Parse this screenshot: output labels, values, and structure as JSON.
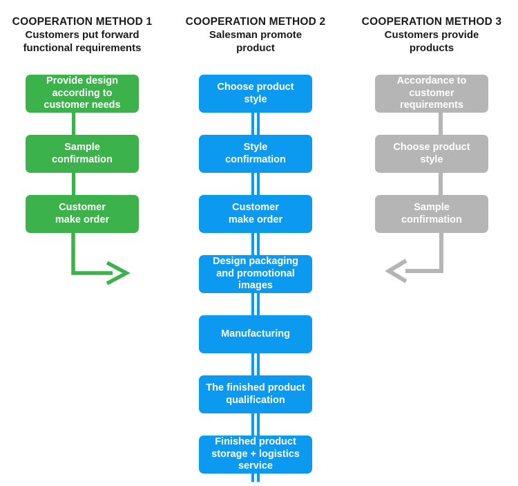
{
  "colors": {
    "green": "#3bb24a",
    "blue": "#0b9af0",
    "gray": "#b5b5b5",
    "heading_text": "#1a1a1a",
    "box_text": "#ffffff",
    "background": "#ffffff"
  },
  "columns": [
    {
      "title": "COOPERATION METHOD 1",
      "subtitle": [
        "Customers put forward",
        "functional requirements"
      ],
      "steps": [
        [
          "Provide design",
          "according to",
          "customer needs"
        ],
        [
          "Sample",
          "confirmation"
        ],
        [
          "Customer",
          "make order"
        ]
      ],
      "arrow_direction": "right"
    },
    {
      "title": "COOPERATION METHOD 2",
      "subtitle": [
        "Salesman promote",
        "product"
      ],
      "steps": [
        [
          "Choose product",
          "style"
        ],
        [
          "Style",
          "confirmation"
        ],
        [
          "Customer",
          "make order"
        ],
        [
          "Design packaging",
          "and promotional",
          "images"
        ],
        [
          "Manufacturing"
        ],
        [
          "The finished product",
          "qualification"
        ],
        [
          "Finished product",
          "storage + logistics",
          "service"
        ]
      ],
      "arrow_direction": "none"
    },
    {
      "title": "COOPERATION METHOD 3",
      "subtitle": [
        "Customers provide",
        "products"
      ],
      "steps": [
        [
          "Accordance to",
          "customer",
          "requirements"
        ],
        [
          "Choose product",
          "style"
        ],
        [
          "Sample",
          "confirmation"
        ]
      ],
      "arrow_direction": "left"
    }
  ]
}
